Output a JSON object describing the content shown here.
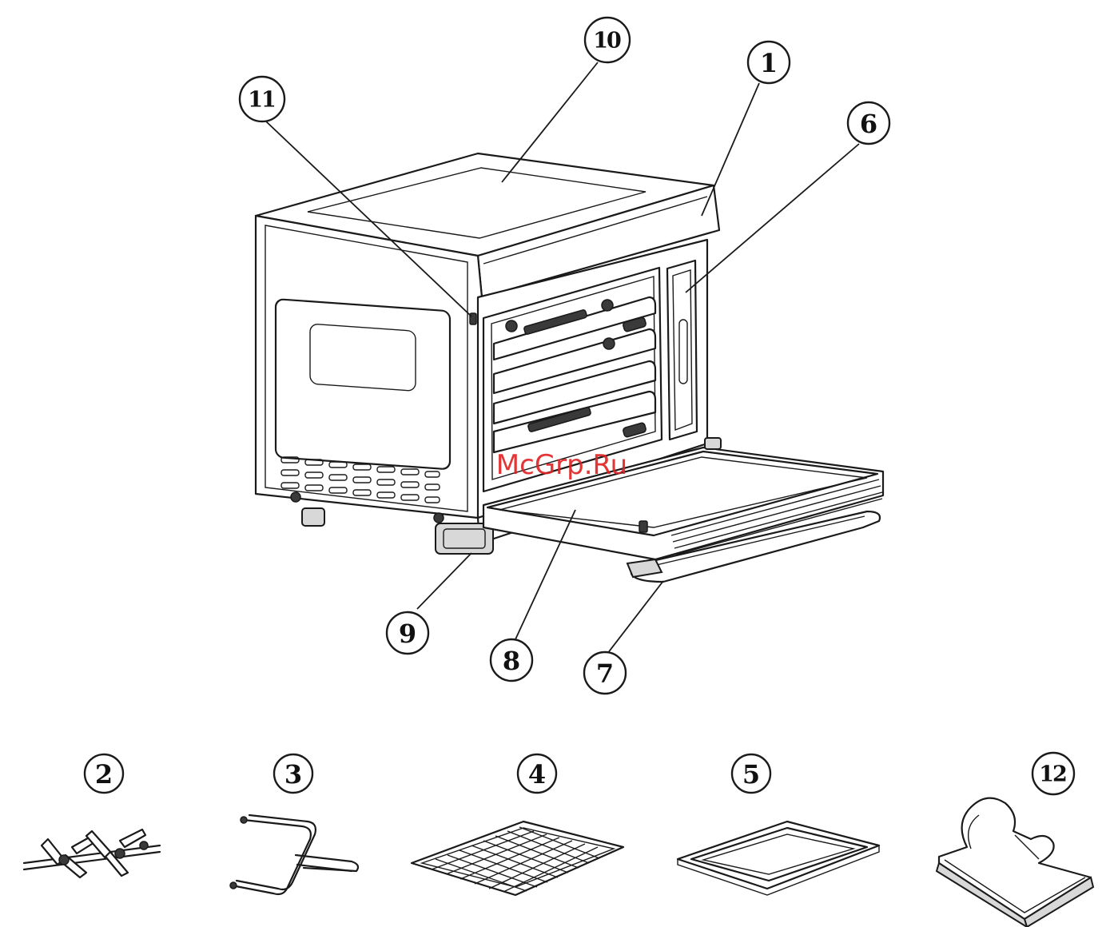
{
  "callouts": {
    "c1": "1",
    "c2": "2",
    "c3": "3",
    "c4": "4",
    "c5": "5",
    "c6": "6",
    "c7": "7",
    "c8": "8",
    "c9": "9",
    "c10": "10",
    "c11": "11",
    "c12": "12"
  },
  "watermark": "McGrp.Ru"
}
